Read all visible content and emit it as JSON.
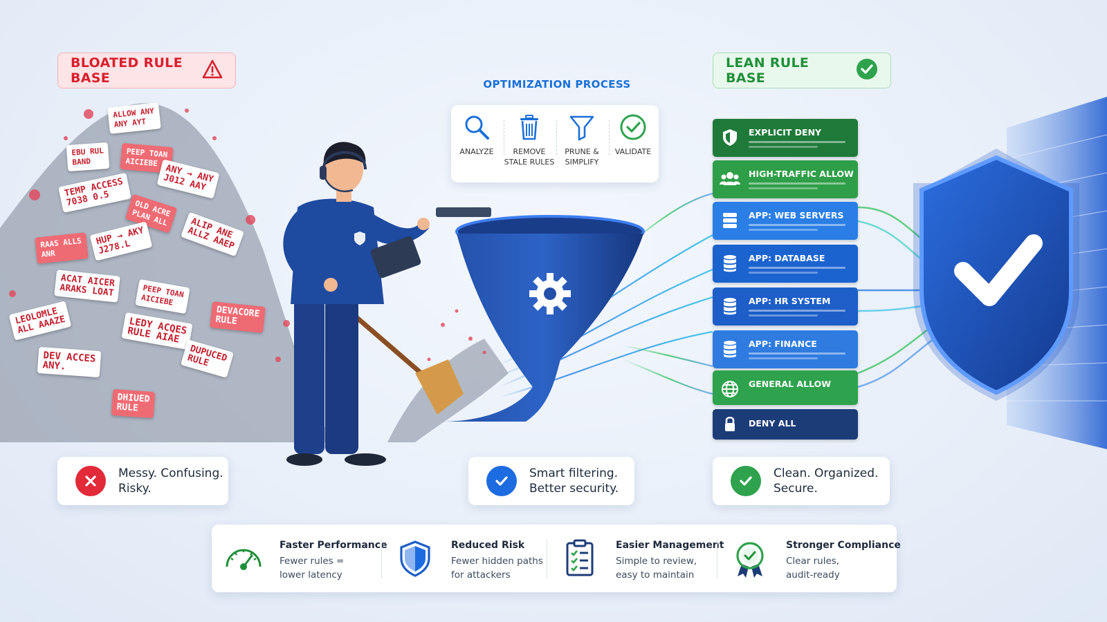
{
  "bloated": {
    "title": "BLOATED RULE BASE",
    "notes": [
      "ALLOW ANY\nANY AYT",
      "EBU RUL\nBAND",
      "TEMP ACCESS\n7038 0.5",
      "ANY → ANY\nJ012 AAY",
      "OLD ACRE\nPLAN ALL",
      "HUP → AKY\nJ278.L",
      "ALIP ANE\nALLZ AAEP",
      "ACAT AICER\nARAKS LOAT",
      "LEOLOMLE\nALL AAAZE",
      "LEDY ACQES\nRULE AIAE",
      "DEVACORE\nRULE",
      "DEV ACCES\nANY.",
      "DUPUCED\nRULE",
      "DHIUED\nRULE",
      "RAAS ALLS\nANR",
      "PEEP TOAN\nAICIEBE"
    ]
  },
  "optimization": {
    "title": "OPTIMIZATION PROCESS",
    "steps": [
      {
        "label": "ANALYZE",
        "icon": "search-icon"
      },
      {
        "label": "REMOVE\nSTALE RULES",
        "icon": "trash-icon"
      },
      {
        "label": "PRUNE &\nSIMPLIFY",
        "icon": "filter-icon"
      },
      {
        "label": "VALIDATE",
        "icon": "check-circle-icon"
      }
    ]
  },
  "lean": {
    "title": "LEAN RULE BASE",
    "rules": [
      {
        "label": "EXPLICIT DENY",
        "icon": "shield-icon",
        "color": "#1f7a3a"
      },
      {
        "label": "HIGH-TRAFFIC ALLOW",
        "icon": "users-icon",
        "color": "#2f9e48"
      },
      {
        "label": "APP: WEB SERVERS",
        "icon": "server-icon",
        "color": "#2a7ee6"
      },
      {
        "label": "APP: DATABASE",
        "icon": "database-icon",
        "color": "#1b63cf"
      },
      {
        "label": "APP: HR SYSTEM",
        "icon": "database-icon",
        "color": "#1d5ec8"
      },
      {
        "label": "APP: FINANCE",
        "icon": "database-icon",
        "color": "#2f7be0"
      },
      {
        "label": "GENERAL ALLOW",
        "icon": "globe-icon",
        "color": "#2ea24c"
      },
      {
        "label": "DENY ALL",
        "icon": "lock-icon",
        "color": "#1c3c78"
      }
    ]
  },
  "summaries": {
    "bloated": "Messy. Confusing.\nRisky.",
    "process": "Smart filtering.\nBetter security.",
    "lean": "Clean. Organized.\nSecure."
  },
  "benefits": [
    {
      "title": "Faster Performance",
      "desc": "Fewer rules =\nlower latency",
      "icon": "speedometer-icon"
    },
    {
      "title": "Reduced Risk",
      "desc": "Fewer hidden paths\nfor attackers",
      "icon": "shield-icon"
    },
    {
      "title": "Easier Management",
      "desc": "Simple to review,\neasy to maintain",
      "icon": "checklist-icon"
    },
    {
      "title": "Stronger Compliance",
      "desc": "Clear rules,\naudit-ready",
      "icon": "badge-icon"
    }
  ],
  "colors": {
    "danger": "#d81f2e",
    "success": "#1f8f3a",
    "primary": "#1a6fd8",
    "navy": "#1c3c78"
  }
}
